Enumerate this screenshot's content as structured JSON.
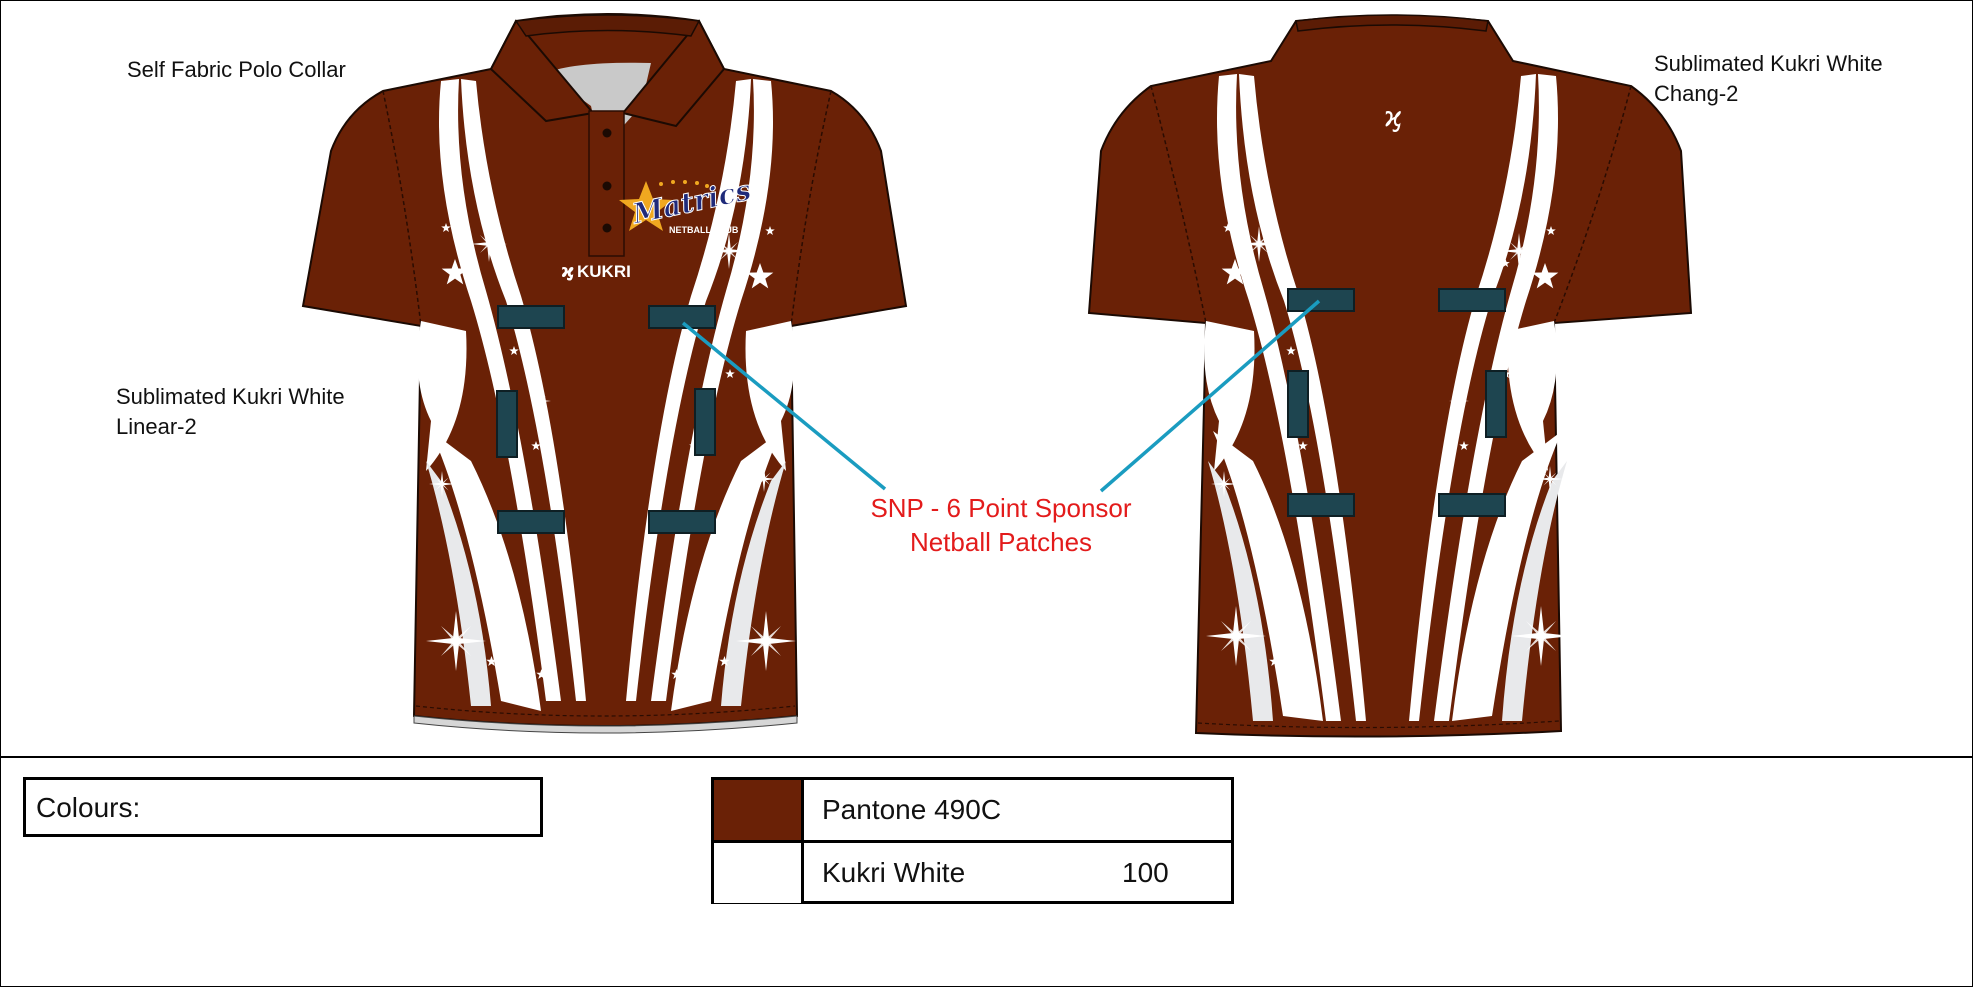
{
  "notes": {
    "collar": "Self Fabric Polo Collar",
    "front_pattern": [
      "Sublimated Kukri White",
      "Linear-2"
    ],
    "back_pattern": [
      "Sublimated Kukri White",
      "Chang-2"
    ],
    "patches": [
      "SNP - 6 Point Sponsor",
      "Netball Patches"
    ]
  },
  "garment": {
    "logo_main": "Matrics",
    "logo_sub": "NETBALL CLUB",
    "brand_wordmark": "KUKRI",
    "brand_mark_icon": "kukri-k-icon"
  },
  "colours": {
    "label": "Colours:",
    "swatches": [
      {
        "name": "Pantone 490C",
        "code": "",
        "hex": "#6a2106"
      },
      {
        "name": "Kukri White",
        "code": "100",
        "hex": "#ffffff"
      }
    ]
  },
  "palette": {
    "shirt": "#6a2106",
    "stripe": "#ffffff",
    "stripe_shade": "#e8e9eb",
    "patch": "#1e4550",
    "leader_line": "#1a9cc0",
    "annotation_red": "#e31b1b"
  }
}
